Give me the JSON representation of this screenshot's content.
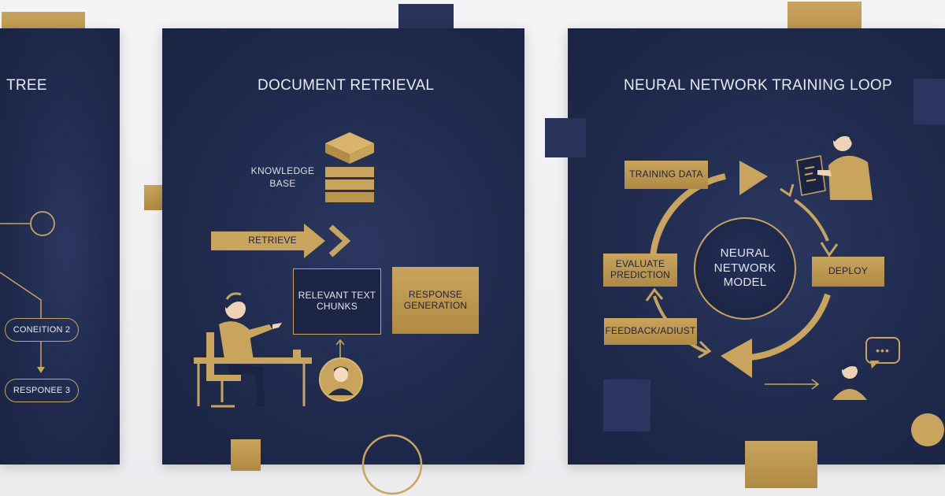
{
  "panels": {
    "left": {
      "title": "TREE",
      "condition_label": "CONEITION 2",
      "response_label": "RESPONEE 3"
    },
    "middle": {
      "title": "DOCUMENT RETRIEVAL",
      "knowledge_base": "KNOWLEDGE\nBASE",
      "retrieve": "RETRIEVE",
      "relevant_chunks": "RELEVANT TEXT\nCHUNKS",
      "response_generation": "RESPONSE\nGENERATION"
    },
    "right": {
      "title": "NEURAL NETWORK TRAINING LOOP",
      "training_data": "TRAINING DATA",
      "evaluate_prediction": "EVALUATE\nPREDICTION",
      "neural_model": "NEURAL\nNETWORK\nMODEL",
      "deploy": "DEPLOY",
      "feedback": "FEEDBACK/ADIUST",
      "chat_bubble": "•••"
    }
  },
  "colors": {
    "navy": "#1f2a4d",
    "gold": "#c9a45c",
    "background": "#f0f0f3",
    "text_light": "#e9e9ef"
  }
}
